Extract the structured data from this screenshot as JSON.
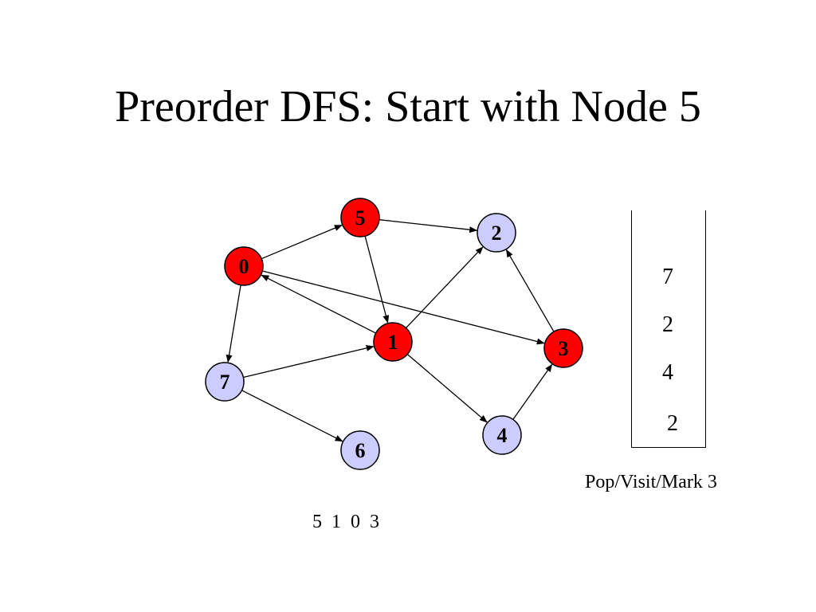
{
  "title": "Preorder DFS: Start with Node 5",
  "colors": {
    "visited": "#ff0000",
    "unvisited": "#ccccff",
    "stroke": "#000000"
  },
  "nodes": [
    {
      "id": "5",
      "label": "5",
      "state": "visited"
    },
    {
      "id": "2",
      "label": "2",
      "state": "unvisited"
    },
    {
      "id": "0",
      "label": "0",
      "state": "visited"
    },
    {
      "id": "1",
      "label": "1",
      "state": "visited"
    },
    {
      "id": "3",
      "label": "3",
      "state": "visited"
    },
    {
      "id": "7",
      "label": "7",
      "state": "unvisited"
    },
    {
      "id": "4",
      "label": "4",
      "state": "unvisited"
    },
    {
      "id": "6",
      "label": "6",
      "state": "unvisited"
    }
  ],
  "edges": [
    {
      "from": "0",
      "to": "5"
    },
    {
      "from": "5",
      "to": "2"
    },
    {
      "from": "5",
      "to": "1"
    },
    {
      "from": "1",
      "to": "0"
    },
    {
      "from": "0",
      "to": "3"
    },
    {
      "from": "0",
      "to": "7"
    },
    {
      "from": "1",
      "to": "2"
    },
    {
      "from": "3",
      "to": "2"
    },
    {
      "from": "7",
      "to": "1"
    },
    {
      "from": "1",
      "to": "4"
    },
    {
      "from": "4",
      "to": "3"
    },
    {
      "from": "7",
      "to": "6"
    }
  ],
  "stack": [
    "7",
    "2",
    "4",
    "2"
  ],
  "caption": "Pop/Visit/Mark 3",
  "visit_order": "5  1  0  3"
}
